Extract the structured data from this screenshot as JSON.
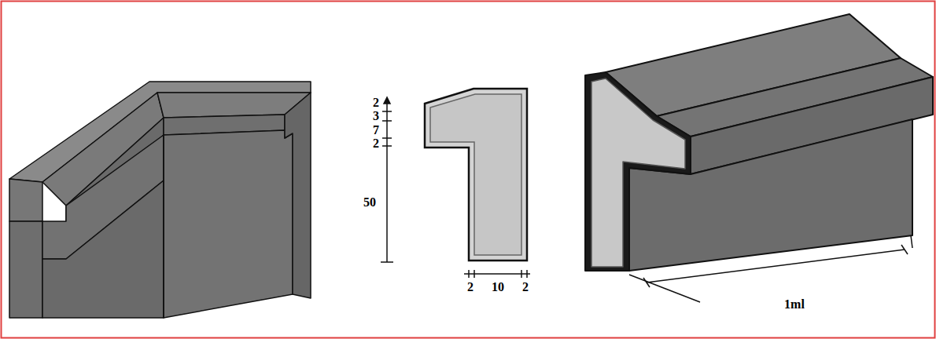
{
  "diagram": {
    "labels": [
      "2",
      "3",
      "7",
      "2",
      "50",
      "2",
      "10",
      "2",
      "1ml"
    ]
  }
}
